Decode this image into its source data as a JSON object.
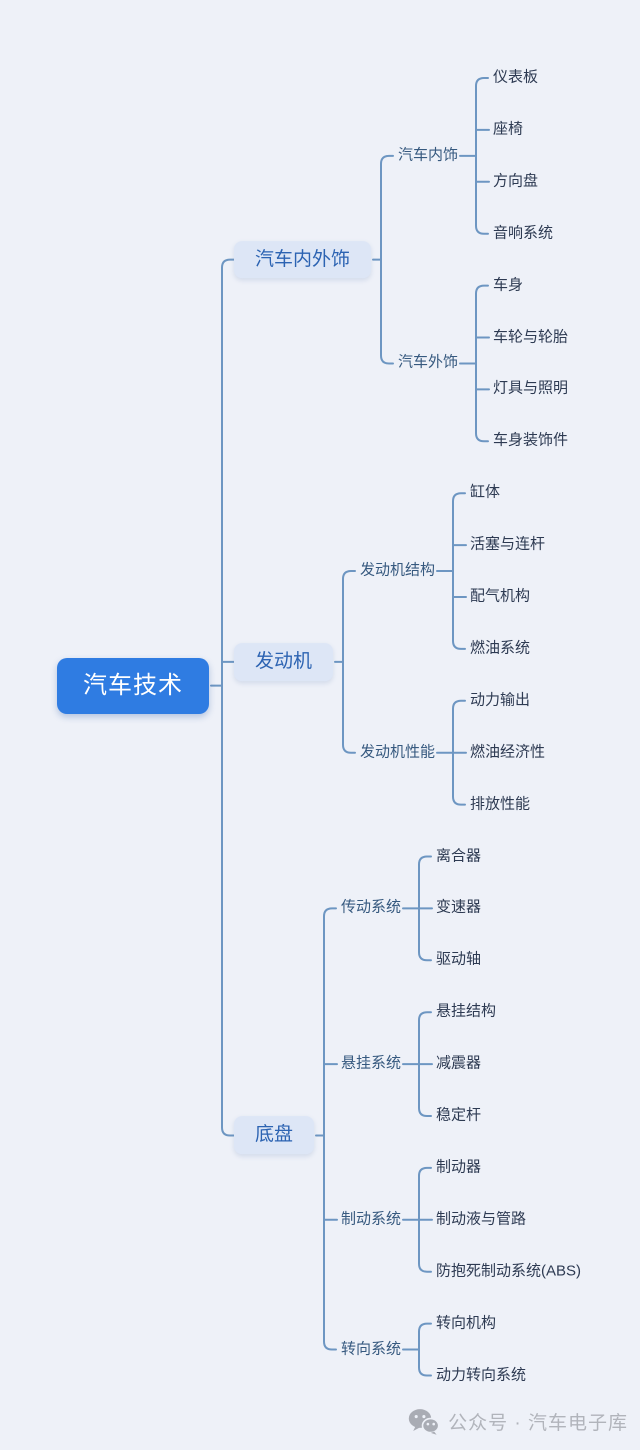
{
  "page": {
    "background": "#eef1f8",
    "watermark": {
      "icon": "wechat-logo",
      "text": "公众号 · 汽车电子库"
    }
  },
  "mindmap": {
    "colors": {
      "root_bg": "#2f7ce2",
      "root_text": "#ffffff",
      "branch_bg": "#dde6f6",
      "branch_text": "#2c63b2",
      "sub_branch_text": "#36597f",
      "leaf_text": "#2d3a52",
      "line": "#6d96c2",
      "watermark_text": "#b1b4bb",
      "watermark_icon": "#a9acb4"
    },
    "root": {
      "label": "汽车技术",
      "children": [
        {
          "label": "汽车内外饰",
          "children": [
            {
              "label": "汽车内饰",
              "children": [
                {
                  "label": "仪表板"
                },
                {
                  "label": "座椅"
                },
                {
                  "label": "方向盘"
                },
                {
                  "label": "音响系统"
                }
              ]
            },
            {
              "label": "汽车外饰",
              "children": [
                {
                  "label": "车身"
                },
                {
                  "label": "车轮与轮胎"
                },
                {
                  "label": "灯具与照明"
                },
                {
                  "label": "车身装饰件"
                }
              ]
            }
          ]
        },
        {
          "label": "发动机",
          "children": [
            {
              "label": "发动机结构",
              "children": [
                {
                  "label": "缸体"
                },
                {
                  "label": "活塞与连杆"
                },
                {
                  "label": "配气机构"
                },
                {
                  "label": "燃油系统"
                }
              ]
            },
            {
              "label": "发动机性能",
              "children": [
                {
                  "label": "动力输出"
                },
                {
                  "label": "燃油经济性"
                },
                {
                  "label": "排放性能"
                }
              ]
            }
          ]
        },
        {
          "label": "底盘",
          "children": [
            {
              "label": "传动系统",
              "children": [
                {
                  "label": "离合器"
                },
                {
                  "label": "变速器"
                },
                {
                  "label": "驱动轴"
                }
              ]
            },
            {
              "label": "悬挂系统",
              "children": [
                {
                  "label": "悬挂结构"
                },
                {
                  "label": "减震器"
                },
                {
                  "label": "稳定杆"
                }
              ]
            },
            {
              "label": "制动系统",
              "children": [
                {
                  "label": "制动器"
                },
                {
                  "label": "制动液与管路"
                },
                {
                  "label": "防抱死制动系统(ABS)"
                }
              ]
            },
            {
              "label": "转向系统",
              "children": [
                {
                  "label": "转向机构"
                },
                {
                  "label": "动力转向系统"
                }
              ]
            }
          ]
        }
      ]
    }
  }
}
